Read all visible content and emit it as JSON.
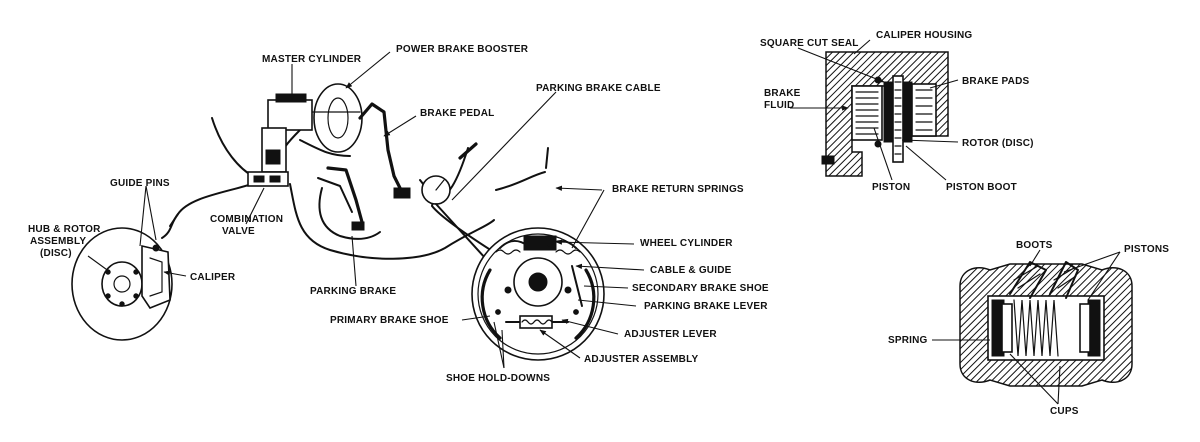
{
  "labels": {
    "master_cylinder": "MASTER CYLINDER",
    "power_brake_booster": "POWER BRAKE BOOSTER",
    "brake_pedal": "BRAKE PEDAL",
    "parking_brake_cable": "PARKING BRAKE CABLE",
    "guide_pins": "GUIDE PINS",
    "hub_rotor_line1": "HUB & ROTOR",
    "hub_rotor_line2": "ASSEMBLY",
    "hub_rotor_line3": "(DISC)",
    "combination_valve_line1": "COMBINATION",
    "combination_valve_line2": "VALVE",
    "caliper": "CALIPER",
    "parking_brake": "PARKING BRAKE",
    "brake_return_springs": "BRAKE RETURN SPRINGS",
    "wheel_cylinder": "WHEEL CYLINDER",
    "cable_guide": "CABLE & GUIDE",
    "secondary_brake_shoe": "SECONDARY BRAKE SHOE",
    "parking_brake_lever": "PARKING BRAKE LEVER",
    "primary_brake_shoe": "PRIMARY BRAKE SHOE",
    "adjuster_lever": "ADJUSTER LEVER",
    "adjuster_assembly": "ADJUSTER ASSEMBLY",
    "shoe_hold_downs": "SHOE HOLD-DOWNS",
    "square_cut_seal": "SQUARE CUT SEAL",
    "caliper_housing": "CALIPER HOUSING",
    "brake_fluid_line1": "BRAKE",
    "brake_fluid_line2": "FLUID",
    "brake_pads": "BRAKE PADS",
    "rotor_disc": "ROTOR (DISC)",
    "piston": "PISTON",
    "piston_boot": "PISTON BOOT",
    "boots": "BOOTS",
    "pistons": "PISTONS",
    "spring": "SPRING",
    "cups": "CUPS"
  }
}
